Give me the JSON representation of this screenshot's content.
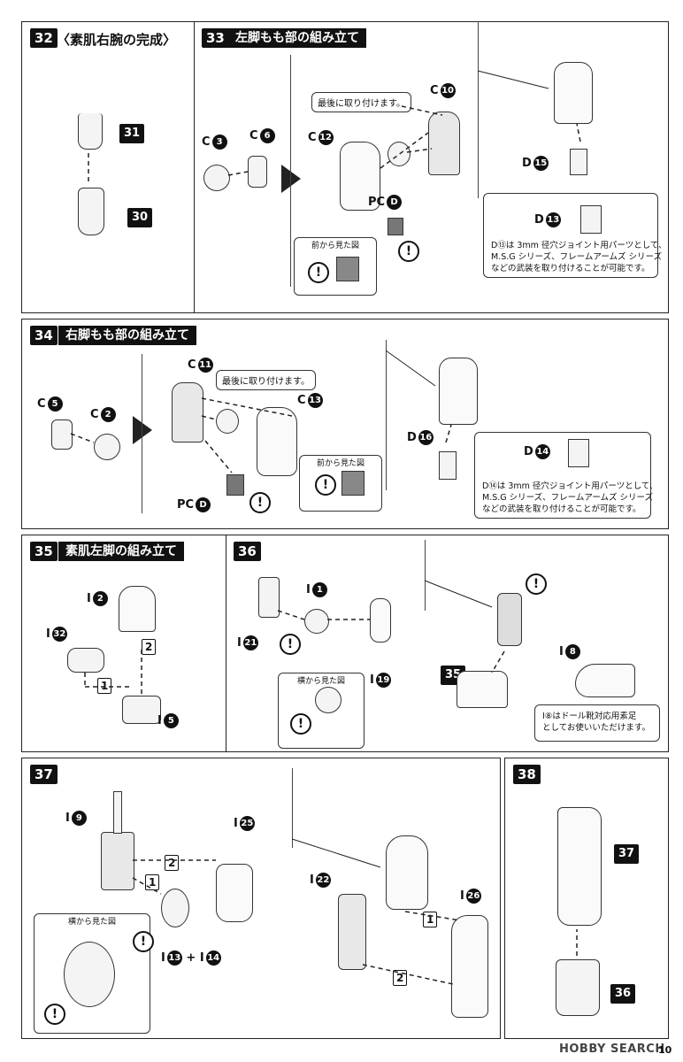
{
  "steps": {
    "s32": {
      "number": "32",
      "title": "〈素肌右腕の完成〉",
      "parts": [
        "31",
        "30"
      ]
    },
    "s33": {
      "number": "33",
      "title": "左脚もも部の組み立て",
      "labels": {
        "c3": "C",
        "c3n": "3",
        "c6": "C",
        "c6n": "6",
        "c12": "C",
        "c12n": "12",
        "c10": "C",
        "c10n": "10",
        "pcd": "PC",
        "pcdn": "D",
        "d15": "D",
        "d15n": "15",
        "d13": "D",
        "d13n": "13"
      },
      "callout": "最後に取り付けます。",
      "front_view": "前から見た図",
      "info": [
        "D⑬は 3mm 径穴ジョイント用パーツとして、",
        "M.S.G シリーズ、フレームアームズ シリーズ",
        "などの武装を取り付けることが可能です。"
      ]
    },
    "s34": {
      "number": "34",
      "title": "右脚もも部の組み立て",
      "labels": {
        "c5": "C",
        "c5n": "5",
        "c2": "C",
        "c2n": "2",
        "c11": "C",
        "c11n": "11",
        "c13": "C",
        "c13n": "13",
        "pcd": "PC",
        "pcdn": "D",
        "d16": "D",
        "d16n": "16",
        "d14": "D",
        "d14n": "14"
      },
      "callout": "最後に取り付けます。",
      "front_view": "前から見た図",
      "info": [
        "D⑭は 3mm 径穴ジョイント用パーツとして、",
        "M.S.G シリーズ、フレームアームズ シリーズ",
        "などの武装を取り付けることが可能です。"
      ]
    },
    "s35": {
      "number": "35",
      "title": "素肌左脚の組み立て",
      "labels": {
        "i2": "I",
        "i2n": "2",
        "i32": "I",
        "i32n": "32",
        "i5": "I",
        "i5n": "5"
      },
      "order": [
        "1",
        "2"
      ]
    },
    "s36": {
      "number": "36",
      "labels": {
        "i1": "I",
        "i1n": "1",
        "i21": "I",
        "i21n": "21",
        "i19": "I",
        "i19n": "19",
        "i8": "I",
        "i8n": "8"
      },
      "side_view": "横から見た図",
      "ref": "35",
      "info": [
        "I⑧はドール靴対応用素足",
        "としてお使いいただけます。"
      ]
    },
    "s37": {
      "number": "37",
      "labels": {
        "i9": "I",
        "i9n": "9",
        "i25": "I",
        "i25n": "25",
        "i22": "I",
        "i22n": "22",
        "i26": "I",
        "i26n": "26",
        "i13": "I",
        "i13n": "13",
        "i14n": "14",
        "plus": "+"
      },
      "side_view": "横から見た図",
      "order": [
        "1",
        "2"
      ]
    },
    "s38": {
      "number": "38",
      "parts": [
        "37",
        "36"
      ]
    }
  },
  "footer": {
    "brand": "HOBBY SEARCH",
    "page": "10"
  }
}
